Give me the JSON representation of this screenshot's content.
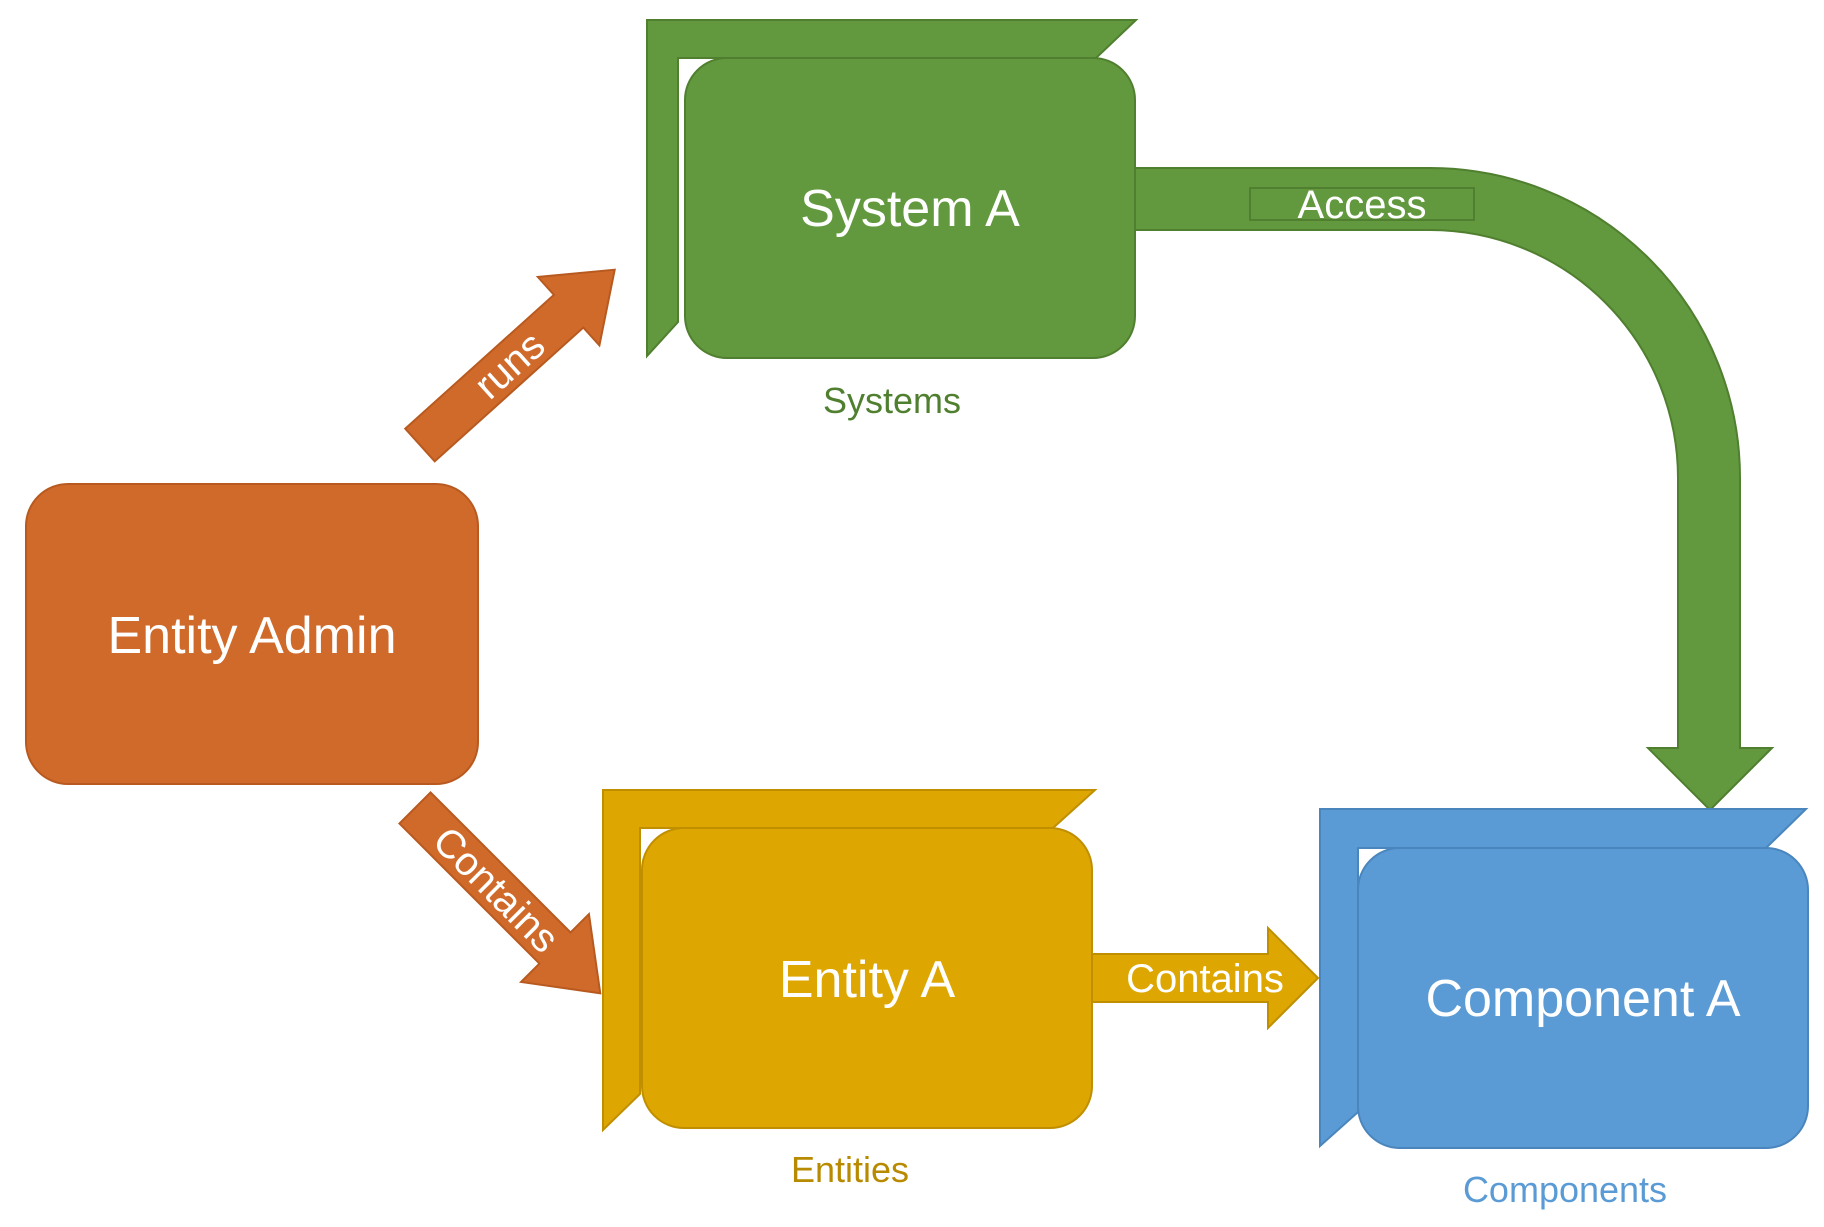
{
  "nodes": {
    "entity_admin": {
      "label": "Entity Admin",
      "color": "#d06a2b",
      "stroke": "#b85a20"
    },
    "system_a": {
      "label": "System A",
      "color": "#62993e",
      "stroke": "#4f7f2f"
    },
    "entity_a": {
      "label": "Entity A",
      "color": "#dda600",
      "stroke": "#c08f00"
    },
    "component_a": {
      "label": "Component A",
      "color": "#5b9bd5",
      "stroke": "#4a86bd"
    }
  },
  "groups": {
    "systems": {
      "label": "Systems",
      "color": "#4f7f2f"
    },
    "entities": {
      "label": "Entities",
      "color": "#b88a00"
    },
    "components": {
      "label": "Components",
      "color": "#5b9bd5"
    }
  },
  "edges": {
    "runs": {
      "label": "runs",
      "color": "#d06a2b"
    },
    "admin_contains": {
      "label": "Contains",
      "color": "#d06a2b"
    },
    "access": {
      "label": "Access",
      "color": "#62993e"
    },
    "entity_contains": {
      "label": "Contains",
      "color": "#dda600"
    }
  }
}
